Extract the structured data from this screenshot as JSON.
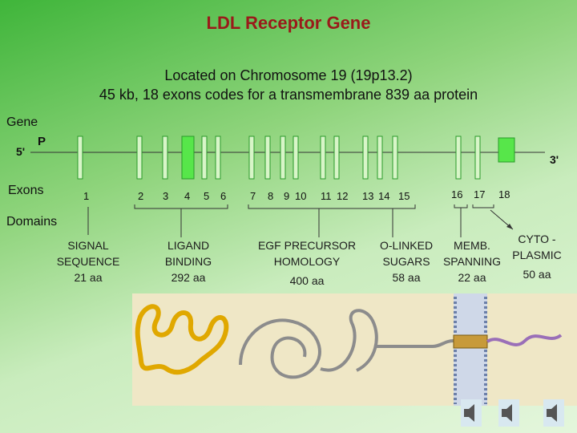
{
  "title": "LDL Receptor Gene",
  "subtitle_line1": "Located on Chromosome 19 (19p13.2)",
  "subtitle_line2": "45 kb, 18 exons codes for a transmembrane 839 aa protein",
  "row_labels": {
    "gene": "Gene",
    "five_prime": "5'",
    "promoter": "P",
    "three_prime": "3'",
    "exons": "Exons",
    "domains": "Domains"
  },
  "exon_numbers": [
    "1",
    "2",
    "3",
    "4",
    "5",
    "6",
    "7",
    "8",
    "9",
    "10",
    "11",
    "12",
    "13",
    "14",
    "15",
    "16",
    "17",
    "18"
  ],
  "domains": [
    {
      "name_line1": "SIGNAL",
      "name_line2": "SEQUENCE",
      "size": "21 aa"
    },
    {
      "name_line1": "LIGAND",
      "name_line2": "BINDING",
      "size": "292 aa"
    },
    {
      "name_line1": "EGF PRECURSOR",
      "name_line2": "HOMOLOGY",
      "size": "400 aa"
    },
    {
      "name_line1": "O-LINKED",
      "name_line2": "SUGARS",
      "size": "58 aa"
    },
    {
      "name_line1": "MEMB.",
      "name_line2": "SPANNING",
      "size": "22 aa"
    },
    {
      "name_line1": "CYTO -",
      "name_line2": "PLASMIC",
      "size": "50 aa"
    }
  ],
  "colors": {
    "title": "#9a1a1a",
    "exon_fill": "#d8f5c8",
    "exon_big": "#57e64a",
    "background_start": "#3fb53a"
  }
}
